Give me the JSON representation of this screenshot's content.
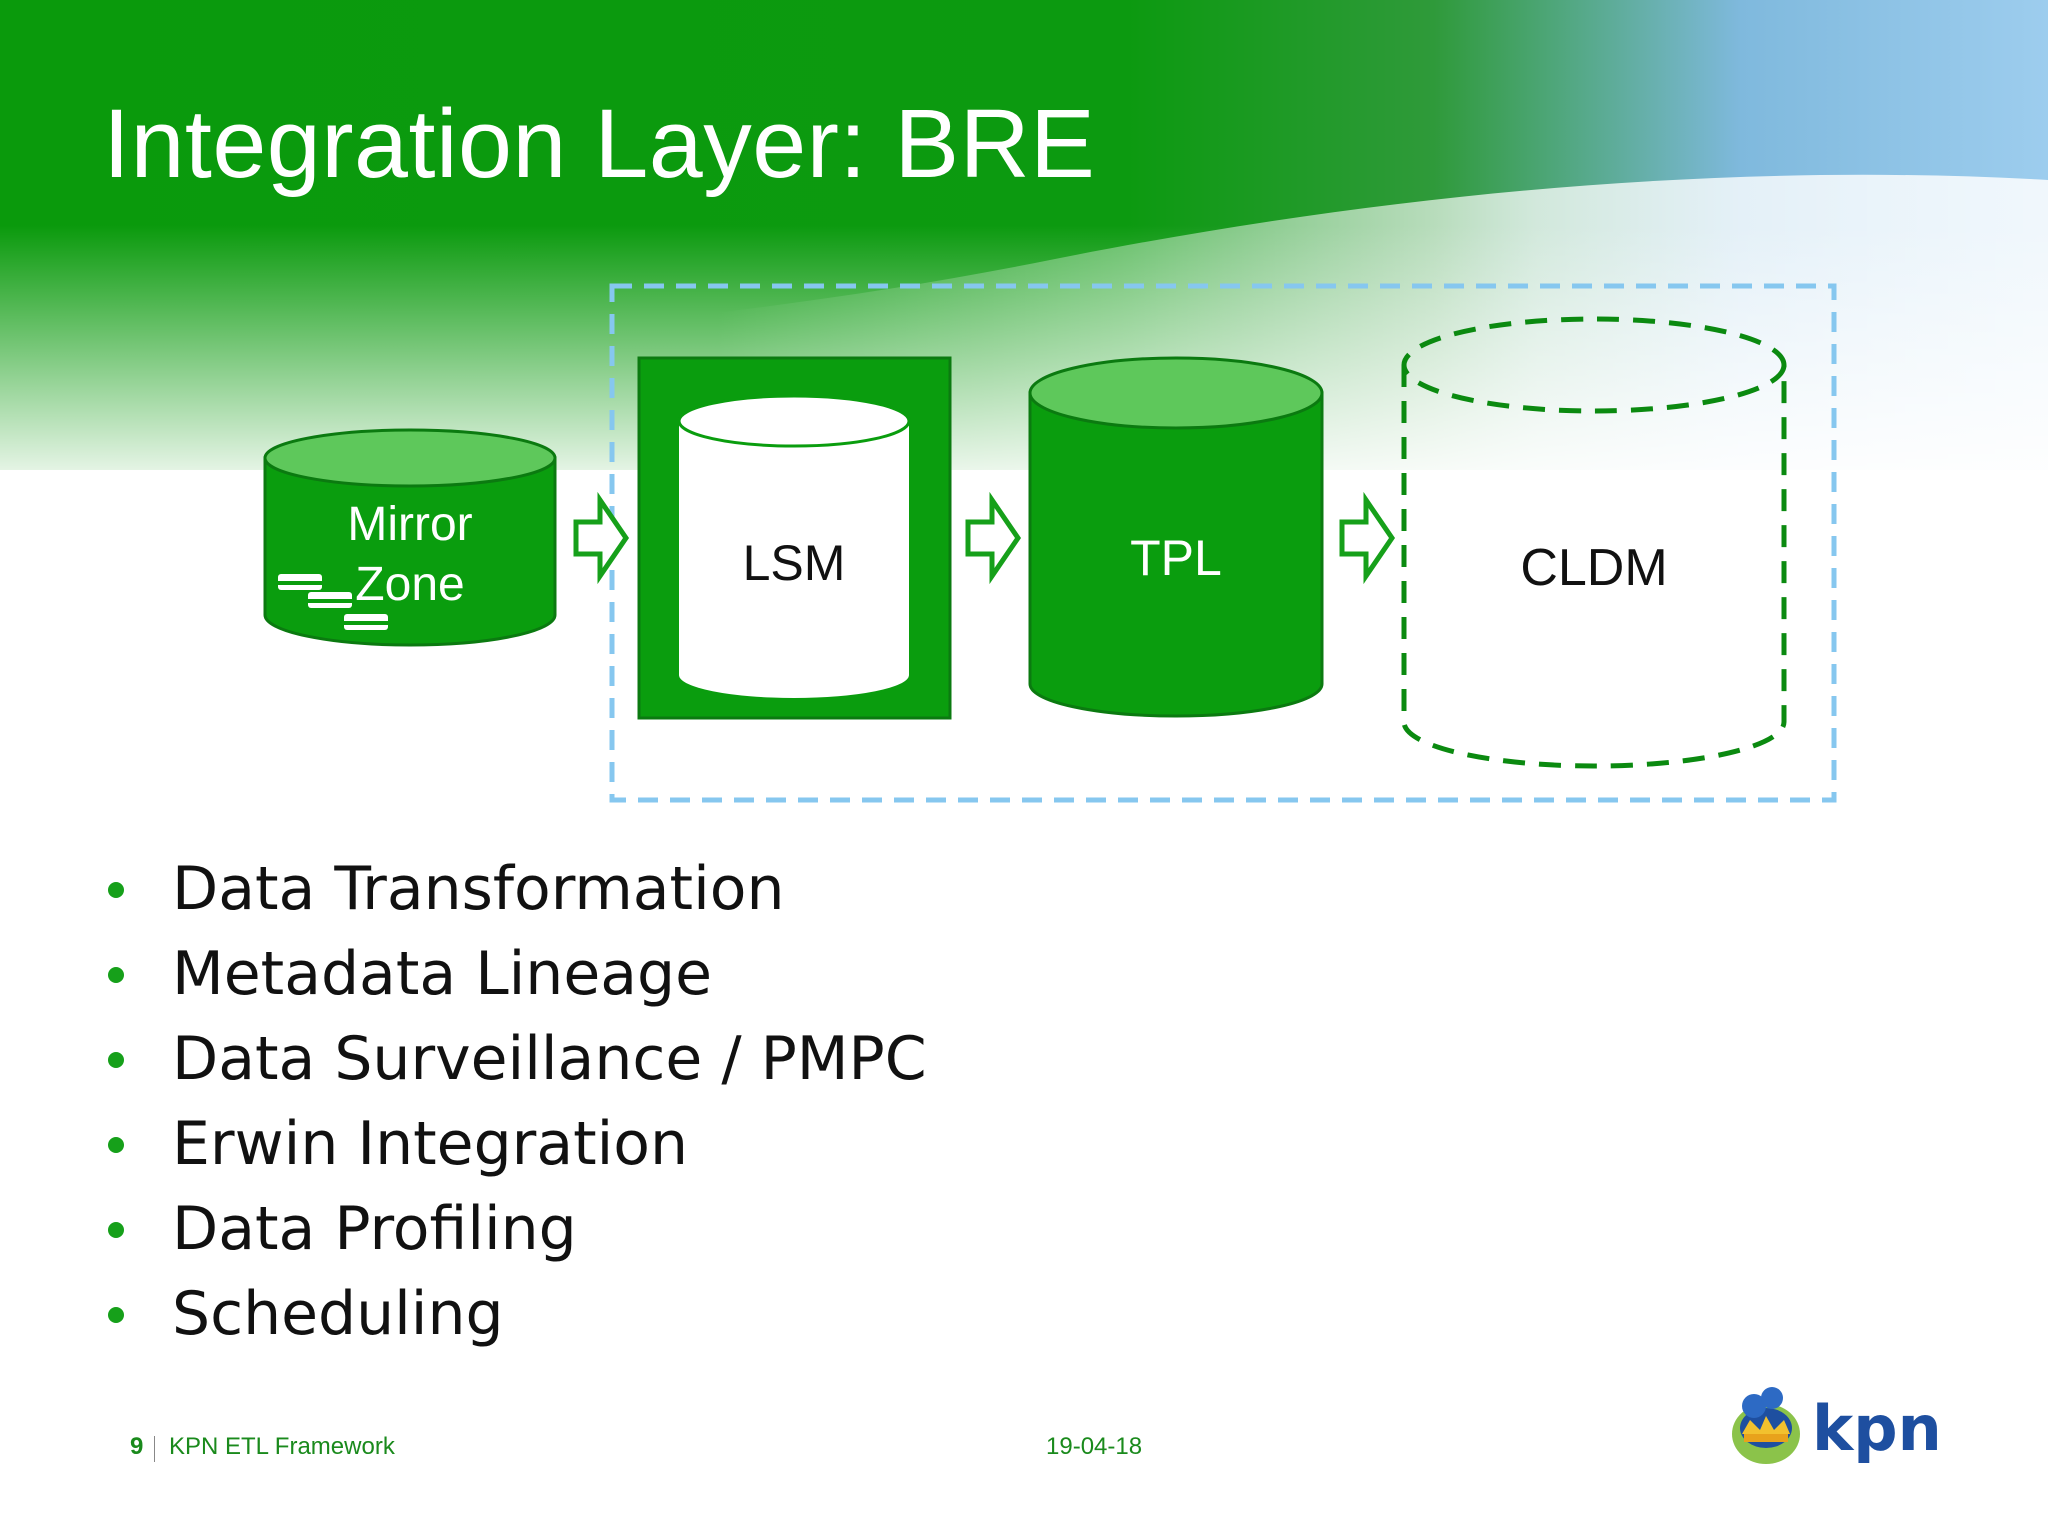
{
  "slide": {
    "title": "Integration Layer: BRE",
    "page_number": "9",
    "footer_text": "KPN ETL Framework",
    "date": "19-04-18"
  },
  "diagram": {
    "mirror_zone": "Mirror Zone",
    "lsm": "LSM",
    "tpl": "TPL",
    "cldm": "CLDM"
  },
  "bullets": [
    "Data Transformation",
    "Metadata Lineage",
    "Data Surveillance / PMPC",
    "Erwin Integration",
    "Data Profiling",
    "Scheduling"
  ],
  "logo": {
    "text": "kpn"
  },
  "colors": {
    "brand_green": "#0a9d0e",
    "light_green": "#5ec85b",
    "dashed_blue": "#86c7ef",
    "dark_green_stroke": "#0b7a10"
  }
}
